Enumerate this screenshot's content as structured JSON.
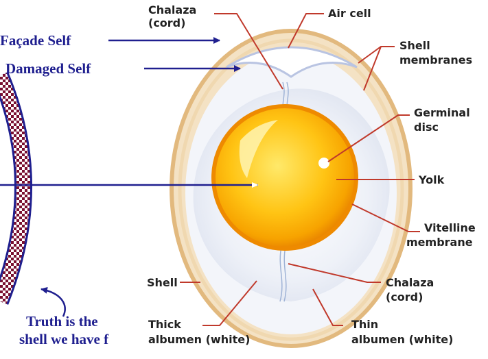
{
  "colors": {
    "annotation_blue": "#1f1f8f",
    "leader_red": "#c0392b",
    "shell_tan": "#e6c48f",
    "yolk_orange": "#f08a00",
    "yolk_yellow": "#ffd21a",
    "checker_maroon": "#7a1030"
  },
  "labels": {
    "chalaza_top_line1": "Chalaza",
    "chalaza_top_line2": "(cord)",
    "air_cell": "Air cell",
    "shell_membranes_line1": "Shell",
    "shell_membranes_line2": "membranes",
    "germinal_disc_line1": "Germinal",
    "germinal_disc_line2": "disc",
    "yolk": "Yolk",
    "vitelline_line1": "Vitelline",
    "vitelline_line2": "membrane",
    "chalaza_bottom_line1": "Chalaza",
    "chalaza_bottom_line2": "(cord)",
    "shell": "Shell",
    "thick_albumen_line1": "Thick",
    "thick_albumen_line2": "albumen (white)",
    "thin_albumen_line1": "Thin",
    "thin_albumen_line2": "albumen (white)"
  },
  "annotations": {
    "facade_self": "Façade Self",
    "damaged_self": "Damaged Self",
    "truth_line1": "Truth is the",
    "truth_line2": "shell we have f"
  }
}
